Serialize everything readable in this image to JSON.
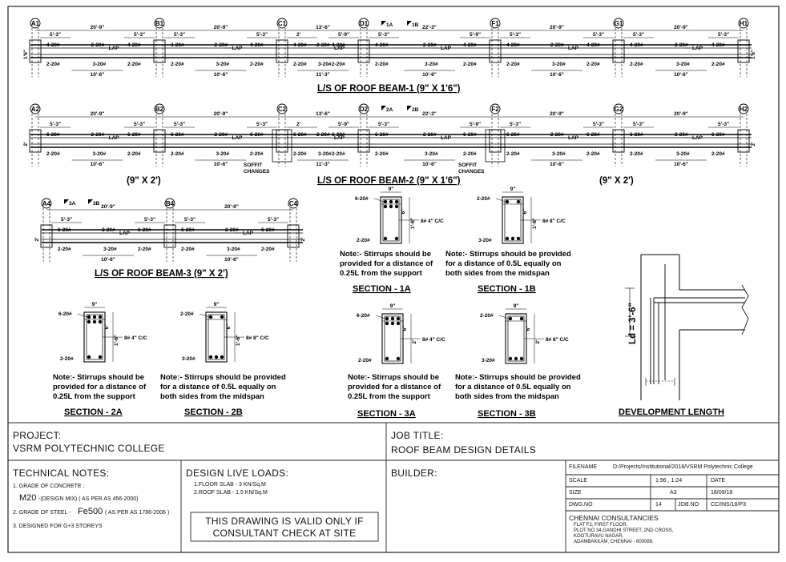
{
  "grid_labels": {
    "beam1": [
      "A1",
      "B1",
      "C1",
      "D1",
      "F1",
      "G1",
      "H1"
    ],
    "beam2": [
      "A2",
      "B2",
      "C2",
      "D2",
      "F2",
      "G2",
      "H2"
    ],
    "beam3": [
      "A4",
      "B4",
      "C4"
    ],
    "markers1": [
      "1A",
      "1B"
    ],
    "markers2": [
      "2A",
      "2B"
    ],
    "markers3": [
      "3A",
      "3B"
    ]
  },
  "spans": {
    "beam1": [
      "20'-9\"",
      "20'-9\"",
      "13'-6\"",
      "22'-3\"",
      "20'-9\"",
      "20'-9\""
    ],
    "beam2": [
      "20'-9\"",
      "20'-9\"",
      "13'-6\"",
      "22'-3\"",
      "20'-9\"",
      "20'-9\""
    ],
    "beam3": [
      "20'-9\"",
      "20'-9\""
    ]
  },
  "common": {
    "top_bar": "2-20#",
    "top_extra": "4-20#",
    "top_extra_b2": "6-20#",
    "bot_bar": "2-20#",
    "bot_extra": "3-20#",
    "lap": "LAP",
    "lap_dim": "10'-6\"",
    "lap_dim_mid": "11'-3\"",
    "cut": "5'-3\"",
    "cut_mid": "5'-9\"",
    "cut_small": "2'",
    "depth1": "1'6\"",
    "depth2": "2'",
    "soffit": [
      "SOFFIT",
      "CHANGES"
    ]
  },
  "titles": {
    "beam1": "L/S OF  ROOF BEAM-1 (9\" X 1'6\")",
    "beam2": "L/S OF  ROOF BEAM-2 (9\" X 1'6\")",
    "beam2_left": "(9\" X 2')",
    "beam2_right": "(9\" X 2')",
    "beam3": "L/S OF  ROOF BEAM-3 (9\" X 2')"
  },
  "sections": {
    "s1a": {
      "title": "SECTION - 1A",
      "top": "6-20#",
      "bot": "2-20#",
      "stirrup": "8# 4\" C/C",
      "width": "9\"",
      "depth": "1'-6\"",
      "cover": "6\"",
      "note": [
        "Note:- Stirrups should be",
        "provided for a distance of",
        "0.25L from the support"
      ]
    },
    "s1b": {
      "title": "SECTION - 1B",
      "top": "2-20#",
      "bot": "3-20#",
      "stirrup": "8# 8\" C/C",
      "width": "9\"",
      "depth": "1'-6\"",
      "cover": "6\"",
      "note": [
        "Note:- Stirrups should be provided",
        "for a distance of 0.5L equally on",
        "both sides from the midspan"
      ]
    },
    "s2a": {
      "title": "SECTION - 2A",
      "top": "6-20#",
      "bot": "2-20#",
      "stirrup": "8# 4\" C/C",
      "width": "9\"",
      "depth": "1'-6\"",
      "cover": "6\"",
      "note": [
        "Note:- Stirrups should be",
        "provided for a distance of",
        "0.25L from the support"
      ]
    },
    "s2b": {
      "title": "SECTION - 2B",
      "top": "2-20#",
      "bot": "3-20#",
      "stirrup": "8# 8\" C/C",
      "width": "9\"",
      "depth": "1'-6\"",
      "cover": "6\"",
      "note": [
        "Note:- Stirrups should be provided",
        "for a distance of 0.5L equally on",
        "both sides from the midspan"
      ]
    },
    "s3a": {
      "title": "SECTION - 3A",
      "top": "6-20#",
      "bot": "2-20#",
      "stirrup": "8# 4\" C/C",
      "width": "9\"",
      "depth": "2'",
      "cover": "6\"",
      "note": [
        "Note:- Stirrups should be",
        "provided for a distance of",
        "0.25L from the support"
      ]
    },
    "s3b": {
      "title": "SECTION - 3B",
      "top": "2-20#",
      "bot": "3-20#",
      "stirrup": "8# 8\" C/C",
      "width": "9\"",
      "depth": "2'",
      "cover": "6\"",
      "note": [
        "Note:- Stirrups should be provided",
        "for a distance of 0.5L equally on",
        "both sides from the midspan"
      ]
    }
  },
  "development": {
    "title": "DEVELOPMENT LENGTH",
    "ld": "Ld = 3'-6\""
  },
  "title_block": {
    "project_label": "PROJECT:",
    "project": "VSRM POLYTECHNIC COLLEGE",
    "job_title_label": "JOB TITLE:",
    "job_title": "ROOF BEAM DESIGN DETAILS",
    "tech_label": "TECHNICAL NOTES:",
    "tech1": "1. GRADE OF CONCRETE :",
    "tech1_val": "M20",
    "tech1_note": "-(DESIGN MIX)   ( AS PER  AS 456-2000)",
    "tech2": "2. GRADE OF STEEL -",
    "tech2_val": "Fe500",
    "tech2_note": "( AS PER AS 1786-2006 )",
    "tech3": "3. DESIGNED FOR G+3 STOREYS",
    "loads_label": "DESIGN LIVE LOADS:",
    "load1": "1.FLOOR SLAB - 3  KN/Sq.M",
    "load2": "2.ROOF SLAB - 1.5 KN/Sq.M",
    "valid1": "THIS DRAWING IS VALID ONLY IF",
    "valid2": "CONSULTANT CHECK AT SITE",
    "builder_label": "BUILDER:",
    "filename_label": "FILENAME",
    "filename": "D:/Projects/Institutional/2018/VSRM Polytechnic College",
    "scale_label": "SCALE",
    "scale": "1:96 , 1:24",
    "date_label": "DATE",
    "size_label": "SIZE",
    "size": "A3",
    "date": "18/09/18",
    "dwg_label": "DWG.NO",
    "dwg": "14",
    "job_label": "JOB.NO",
    "job": "CC/INS/18/P3",
    "company": "CHENNAI CONSULTANCIES",
    "addr1": "FLAT F2, FIRST FLOOR,",
    "addr2": "PLOT NO 34,GANDHI STREET, 2ND CROSS,",
    "addr3": "KOOTURAVU NAGAR,",
    "addr4": "ADAMBAKKAM, CHENNAI - 600088."
  }
}
